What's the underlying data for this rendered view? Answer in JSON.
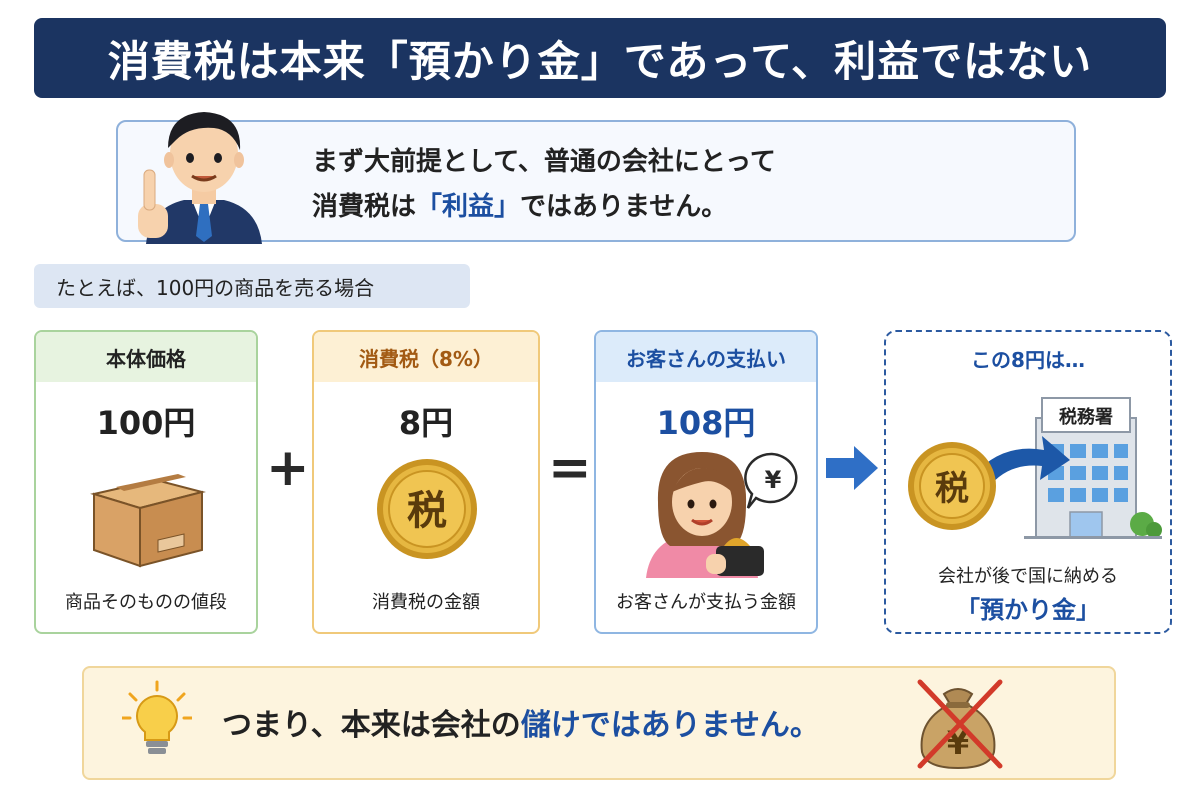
{
  "title": "消費税は本来「預かり金」であって、利益ではない",
  "intro": {
    "line1": "まず大前提として、普通の会社にとって",
    "line2_pre": "消費税は",
    "line2_highlight": "「利益」",
    "line2_post": "ではありません。"
  },
  "example_label": "たとえば、100円の商品を売る場合",
  "cards": {
    "base": {
      "header": "本体価格",
      "amount": "100円",
      "caption": "商品そのものの値段"
    },
    "tax": {
      "header": "消費税（8%）",
      "amount": "8円",
      "coin_label": "税",
      "caption": "消費税の金額"
    },
    "total": {
      "header": "お客さんの支払い",
      "amount": "108円",
      "bubble": "¥",
      "caption": "お客さんが支払う金額"
    },
    "destination": {
      "header": "この8円は…",
      "coin_label": "税",
      "office_sign": "税務署",
      "caption": "会社が後で国に納める",
      "key": "「預かり金」"
    }
  },
  "operators": {
    "plus": "+",
    "equals": "="
  },
  "conclusion": {
    "pre": "つまり、本来は会社の",
    "highlight": "儲けではありません。",
    "bag_label": "¥"
  },
  "colors": {
    "navy": "#1b3461",
    "blue_accent": "#1c4fa1",
    "green_border": "#a9d39d",
    "orange_border": "#f0c97a",
    "light_blue_border": "#8fb6e2",
    "coin_gold": "#e2b33f",
    "cross_red": "#d23a2a"
  },
  "icons": [
    "pointing-businessman-icon",
    "cardboard-box-icon",
    "tax-coin-icon",
    "woman-wallet-icon",
    "yen-bubble-icon",
    "right-arrow-icon",
    "tax-office-building-icon",
    "lightbulb-icon",
    "crossed-money-bag-icon"
  ]
}
